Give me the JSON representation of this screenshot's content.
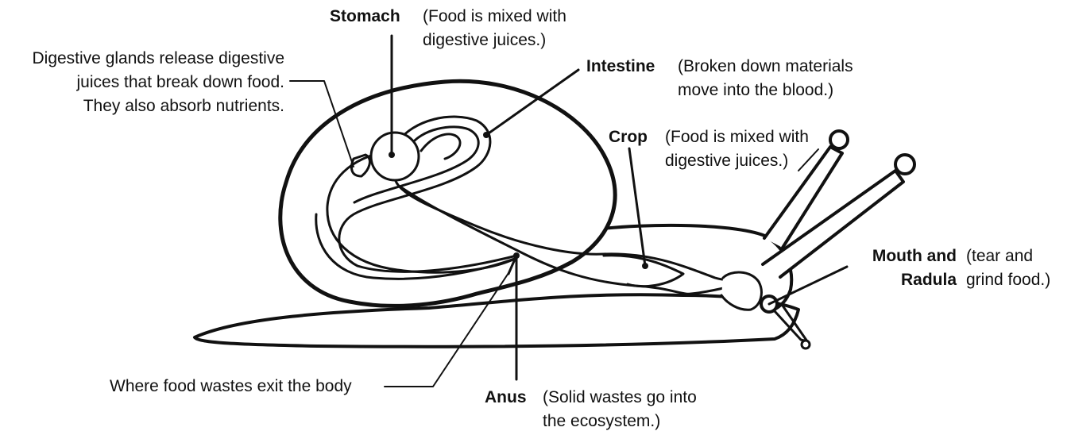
{
  "labels": {
    "stomach": {
      "name": "Stomach",
      "desc_line1": "(Food is mixed with",
      "desc_line2": "digestive juices.)"
    },
    "intestine": {
      "name": "Intestine",
      "desc_line1": "(Broken down materials",
      "desc_line2": "move into the blood.)"
    },
    "crop": {
      "name": "Crop",
      "desc_line1": "(Food is mixed with",
      "desc_line2": "digestive juices.)"
    },
    "mouth": {
      "name_line1": "Mouth and",
      "name_line2": "Radula",
      "desc_line1": "(tear and",
      "desc_line2": "grind food.)"
    },
    "anus": {
      "name": "Anus",
      "desc_line1": "(Solid wastes go into",
      "desc_line2": "the ecosystem.)"
    },
    "glands": {
      "line1": "Digestive glands release digestive",
      "line2": "juices that break down food.",
      "line3": "They also absorb nutrients."
    },
    "waste_exit": {
      "text": "Where food wastes exit the body"
    }
  }
}
